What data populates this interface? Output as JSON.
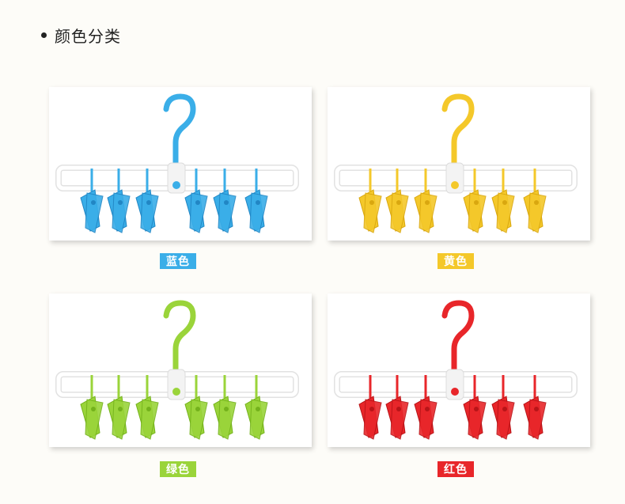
{
  "heading": "颜色分类",
  "variants": [
    {
      "label": "蓝色",
      "color": "#3aaee8",
      "dark": "#2186c4"
    },
    {
      "label": "黄色",
      "color": "#f4c82a",
      "dark": "#d9a70f"
    },
    {
      "label": "绿色",
      "color": "#9ad43a",
      "dark": "#74b21c"
    },
    {
      "label": "红色",
      "color": "#e8262a",
      "dark": "#b81418"
    }
  ],
  "icons": {
    "bullet": "bullet-dot-icon",
    "product": "hanger-clip-image"
  }
}
